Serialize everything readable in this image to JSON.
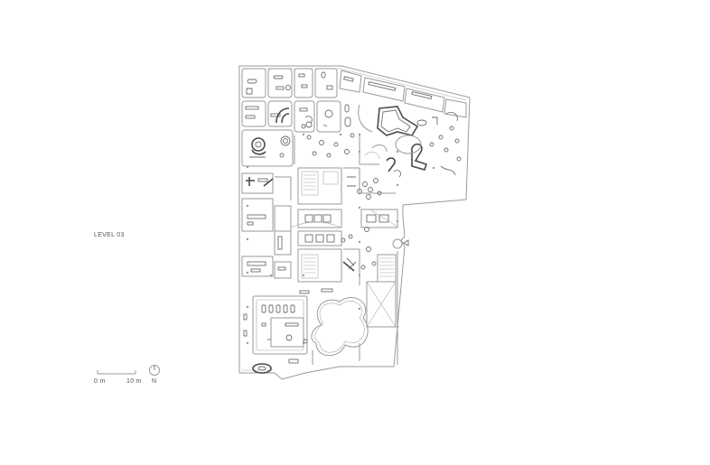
{
  "plan": {
    "level_label": "LEVEL 03",
    "scale": {
      "start_label": "0 m",
      "end_label": "10 m"
    },
    "north": {
      "label": "N"
    }
  },
  "colors": {
    "wall": "#9a9a9a",
    "furniture": "#6e6e6e",
    "text": "#555555"
  }
}
